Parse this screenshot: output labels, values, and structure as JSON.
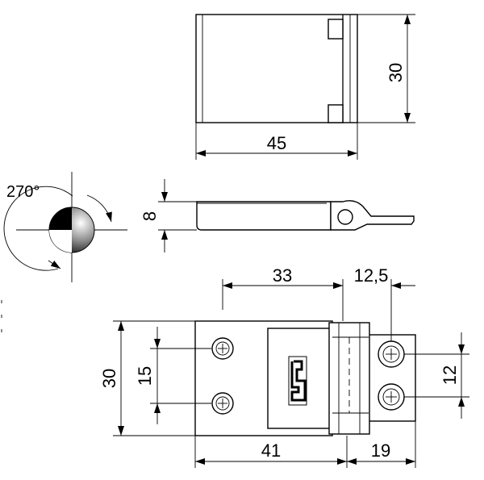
{
  "drawing": {
    "rotation_label": "270°",
    "top_view": {
      "width_label": "45",
      "height_label": "30"
    },
    "side_view": {
      "thickness_label": "8"
    },
    "front_view": {
      "hole_offset_label": "33",
      "hinge_offset_label": "12,5",
      "left_width_label": "41",
      "right_width_label": "19",
      "height_label": "30",
      "hole_spacing_left_label": "15",
      "hole_spacing_right_label": "12"
    },
    "colors": {
      "line": "#000000",
      "background": "#ffffff"
    }
  }
}
